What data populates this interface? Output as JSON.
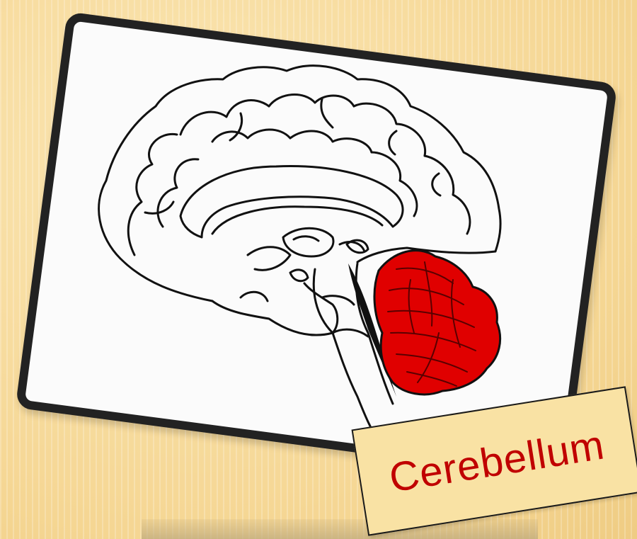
{
  "slide": {
    "background_color": "#f7dca0",
    "card_border_color": "#222222",
    "highlight_color": "#e00000"
  },
  "illustration": {
    "icon": "brain-sagittal-diagram",
    "highlighted_region": "cerebellum"
  },
  "label": {
    "text": "Cerebellum",
    "text_color": "#c00000",
    "box_color": "#f9e2a4"
  }
}
